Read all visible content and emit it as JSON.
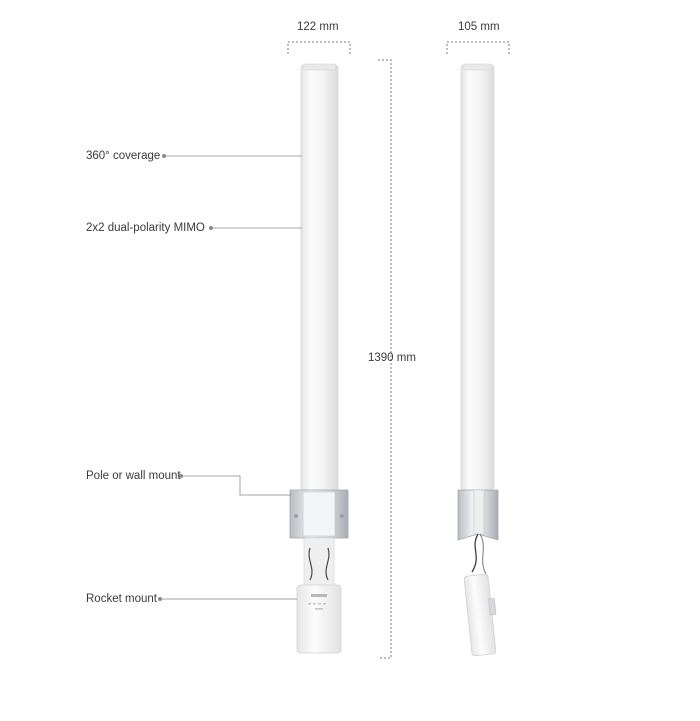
{
  "dimensions": {
    "front_width": "122 mm",
    "side_width": "105 mm",
    "height": "1390 mm"
  },
  "callouts": {
    "coverage": "360° coverage",
    "mimo": "2x2 dual-polarity MIMO",
    "mount": "Pole or wall mount",
    "rocket": "Rocket mount"
  },
  "colors": {
    "text": "#3a3a3a",
    "leader_line": "#8a8a8a",
    "radome": "#f3f3f3",
    "bracket": "#c9ccd0"
  }
}
